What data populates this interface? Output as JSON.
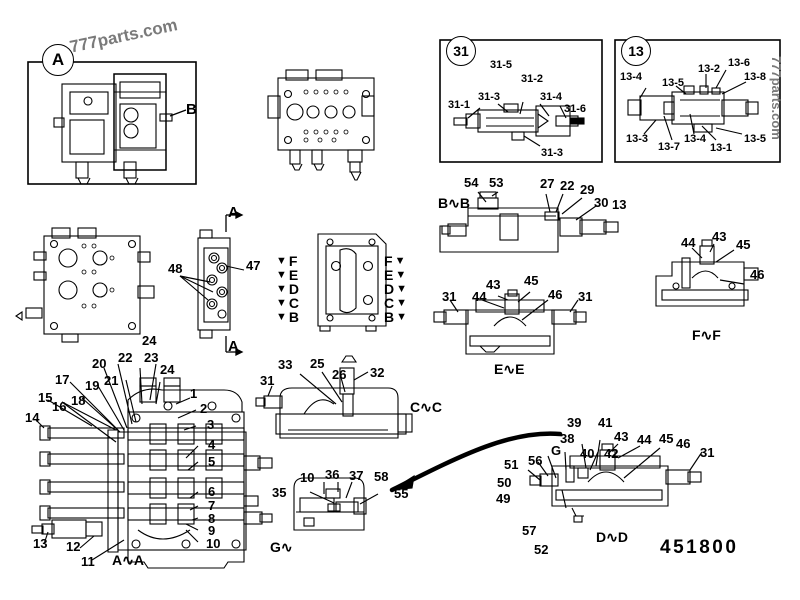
{
  "page": {
    "part_number": "451800",
    "watermark": "777parts.com",
    "watermark_edge": "777parts.com",
    "background": "#ffffff",
    "line_color": "#000000"
  },
  "view_a": {
    "badge": "A",
    "callouts": [
      {
        "label": "B"
      }
    ]
  },
  "detail_31": {
    "badge": "31",
    "callouts": [
      {
        "label": "31-1"
      },
      {
        "label": "31-3"
      },
      {
        "label": "31-5"
      },
      {
        "label": "31-2"
      },
      {
        "label": "31-4"
      },
      {
        "label": "31-6"
      },
      {
        "label": "31-3"
      }
    ]
  },
  "detail_13": {
    "badge": "13",
    "callouts": [
      {
        "label": "13-4"
      },
      {
        "label": "13-5"
      },
      {
        "label": "13-2"
      },
      {
        "label": "13-6"
      },
      {
        "label": "13-8"
      },
      {
        "label": "13-3"
      },
      {
        "label": "13-7"
      },
      {
        "label": "13-4"
      },
      {
        "label": "13-1"
      },
      {
        "label": "13-5"
      }
    ]
  },
  "section_bb": {
    "label": "B∿B",
    "callouts": [
      {
        "label": "54"
      },
      {
        "label": "53"
      },
      {
        "label": "27"
      },
      {
        "label": "22"
      },
      {
        "label": "29"
      },
      {
        "label": "30"
      },
      {
        "label": "13"
      }
    ]
  },
  "section_ee": {
    "label": "E∿E",
    "callouts": [
      {
        "label": "31"
      },
      {
        "label": "44"
      },
      {
        "label": "43"
      },
      {
        "label": "45"
      },
      {
        "label": "46"
      },
      {
        "label": "31"
      }
    ]
  },
  "section_ff": {
    "label": "F∿F",
    "callouts": [
      {
        "label": "44"
      },
      {
        "label": "43"
      },
      {
        "label": "45"
      },
      {
        "label": "46"
      }
    ]
  },
  "section_cc": {
    "label": "C∿C",
    "callouts": [
      {
        "label": "31"
      },
      {
        "label": "33"
      },
      {
        "label": "25"
      },
      {
        "label": "26"
      },
      {
        "label": "32"
      }
    ]
  },
  "section_gg": {
    "label": "G∿",
    "callouts": [
      {
        "label": "35"
      },
      {
        "label": "10"
      },
      {
        "label": "36"
      },
      {
        "label": "37"
      },
      {
        "label": "58"
      },
      {
        "label": "55"
      }
    ]
  },
  "section_dd": {
    "label": "D∿D",
    "callouts": [
      {
        "label": "49"
      },
      {
        "label": "50"
      },
      {
        "label": "51"
      },
      {
        "label": "56"
      },
      {
        "label": "57"
      },
      {
        "label": "52"
      },
      {
        "label": "G"
      },
      {
        "label": "38"
      },
      {
        "label": "39"
      },
      {
        "label": "40"
      },
      {
        "label": "41"
      },
      {
        "label": "42"
      },
      {
        "label": "43"
      },
      {
        "label": "44"
      },
      {
        "label": "45"
      },
      {
        "label": "46"
      },
      {
        "label": "31"
      }
    ]
  },
  "section_aa": {
    "label": "A∿A",
    "callouts_left": [
      {
        "label": "14"
      },
      {
        "label": "15"
      },
      {
        "label": "16"
      },
      {
        "label": "17"
      },
      {
        "label": "18"
      },
      {
        "label": "19"
      },
      {
        "label": "20"
      },
      {
        "label": "21"
      },
      {
        "label": "22"
      },
      {
        "label": "23"
      },
      {
        "label": "24"
      },
      {
        "label": "24"
      }
    ],
    "callouts_right": [
      {
        "label": "1"
      },
      {
        "label": "2"
      },
      {
        "label": "3"
      },
      {
        "label": "4"
      },
      {
        "label": "5"
      },
      {
        "label": "6"
      },
      {
        "label": "7"
      },
      {
        "label": "8"
      },
      {
        "label": "9"
      },
      {
        "label": "10"
      }
    ],
    "callouts_bottom": [
      {
        "label": "13"
      },
      {
        "label": "12"
      },
      {
        "label": "11"
      }
    ]
  },
  "valve_stack": {
    "callouts": [
      {
        "label": "48"
      },
      {
        "label": "47"
      }
    ],
    "section_marks": [
      "A",
      "A"
    ]
  },
  "port_ladder": {
    "left_letters": [
      "F",
      "E",
      "D",
      "C",
      "B"
    ],
    "right_letters": [
      "F",
      "E",
      "D",
      "C",
      "B"
    ]
  }
}
